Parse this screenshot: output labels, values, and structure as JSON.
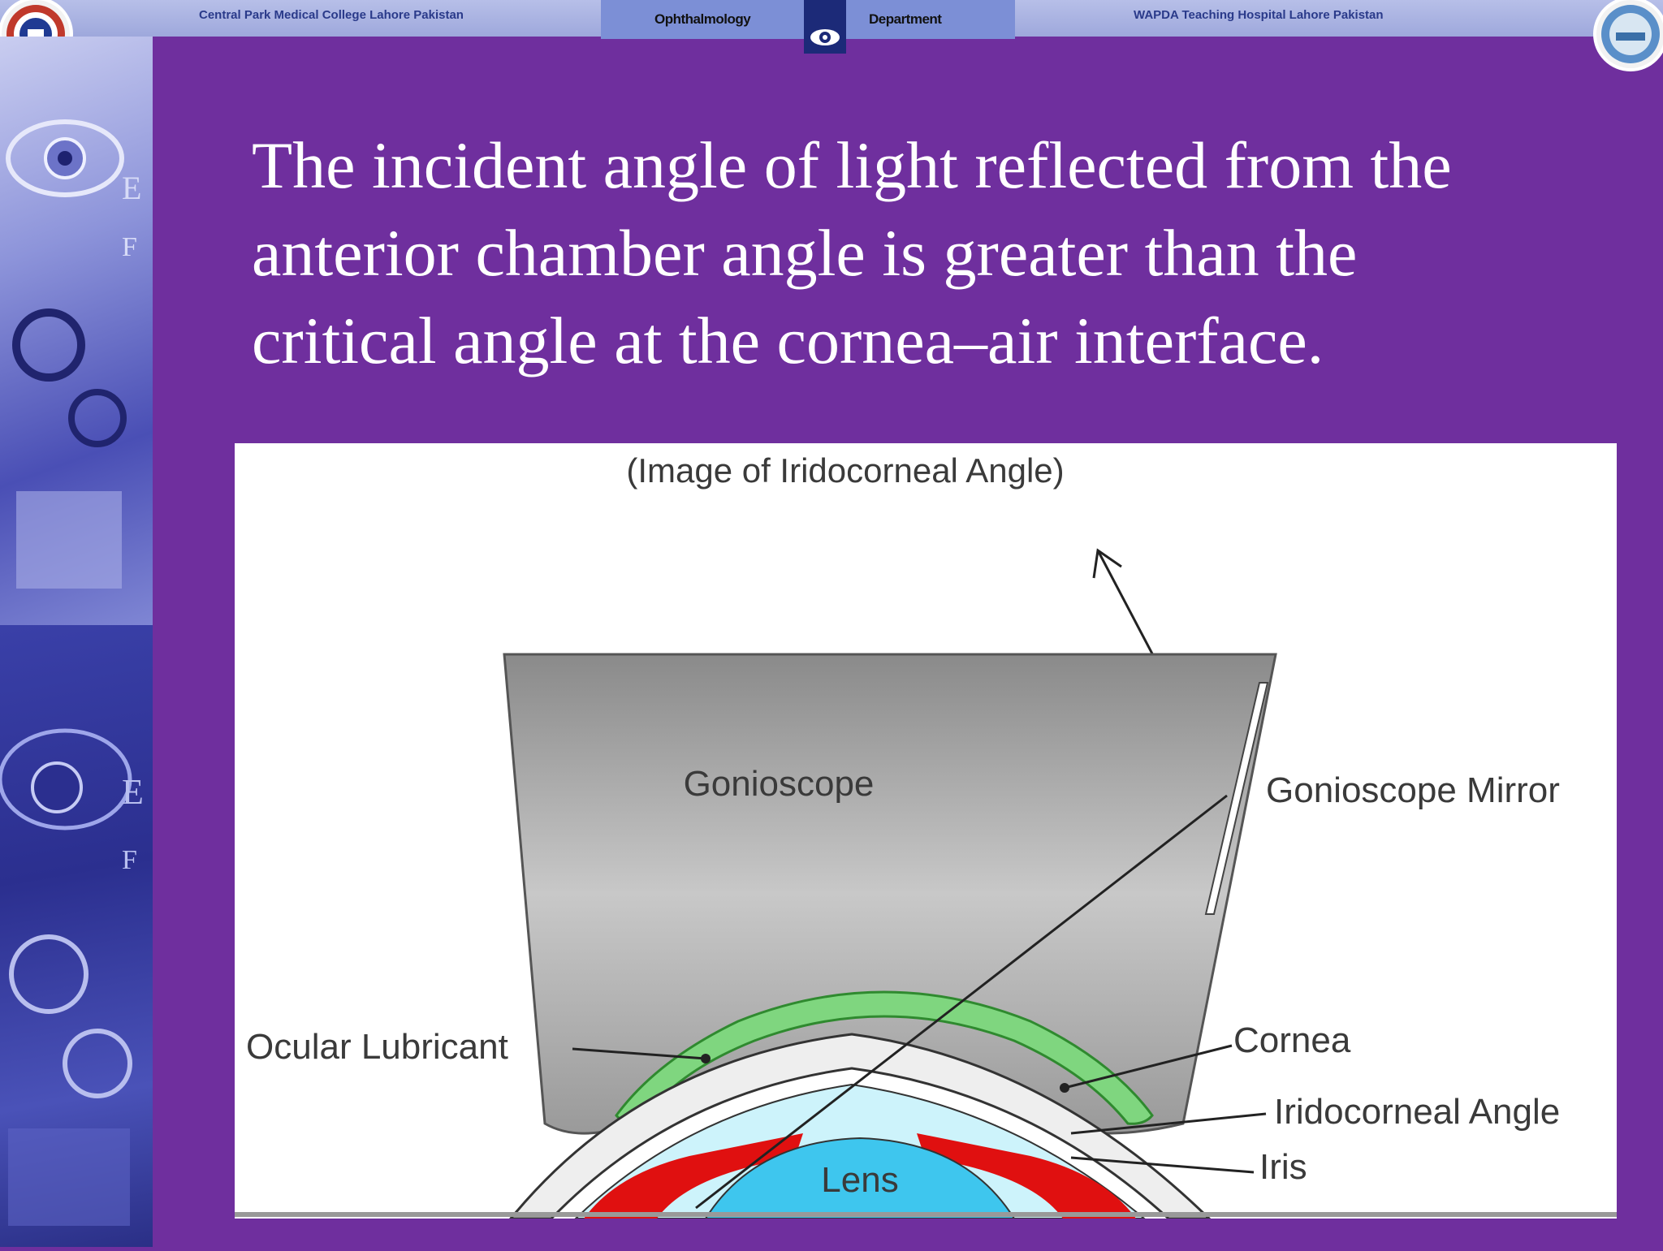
{
  "header": {
    "left_text": "Central Park Medical College Lahore  Pakistan",
    "center_left": "Ophthalmology",
    "center_right": "Department",
    "right_text": "WAPDA Teaching Hospital  Lahore Pakistan"
  },
  "slide": {
    "title_lines": [
      "The incident angle of light reflected from the",
      "anterior chamber angle is greater than the",
      "critical angle at the cornea–air interface."
    ]
  },
  "diagram": {
    "caption": "(Image of Iridocorneal Angle)",
    "labels": {
      "gonioscope": "Gonioscope",
      "mirror": "Gonioscope Mirror",
      "lubricant": "Ocular Lubricant",
      "cornea": "Cornea",
      "angle": "Iridocorneal Angle",
      "iris": "Iris",
      "lens": "Lens"
    },
    "colors": {
      "lubricant": "#7fd67f",
      "iris": "#e01010",
      "lens": "#3ec6ee",
      "anterior_chamber": "#cdf3fb"
    }
  }
}
